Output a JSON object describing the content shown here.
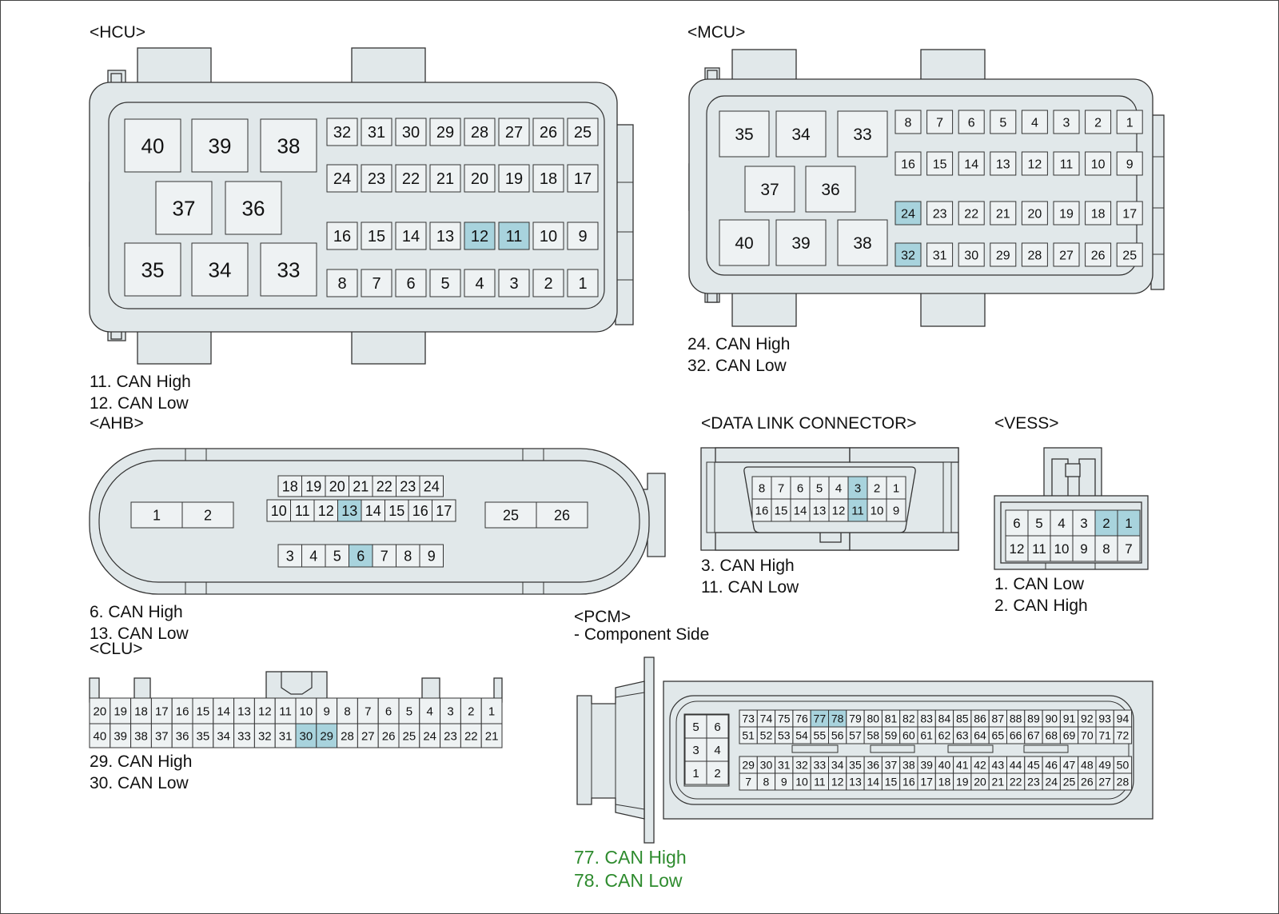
{
  "colors": {
    "body": "#e1e8ea",
    "pin": "#eef2f3",
    "hl": "#a8d3dd",
    "stroke": "#333333",
    "green": "#2e8b2e"
  },
  "hcu": {
    "title": "<HCU>",
    "big_pins": [
      "40",
      "39",
      "38",
      "37",
      "36",
      "35",
      "34",
      "33"
    ],
    "rows": [
      [
        "32",
        "31",
        "30",
        "29",
        "28",
        "27",
        "26",
        "25"
      ],
      [
        "24",
        "23",
        "22",
        "21",
        "20",
        "19",
        "18",
        "17"
      ],
      [
        "16",
        "15",
        "14",
        "13",
        "12",
        "11",
        "10",
        "9"
      ],
      [
        "8",
        "7",
        "6",
        "5",
        "4",
        "3",
        "2",
        "1"
      ]
    ],
    "highlight": [
      "11",
      "12"
    ],
    "notes": [
      "11. CAN High",
      "12. CAN Low"
    ]
  },
  "mcu": {
    "title": "<MCU>",
    "big_pins": [
      "35",
      "34",
      "33",
      "37",
      "36",
      "40",
      "39",
      "38"
    ],
    "rows": [
      [
        "8",
        "7",
        "6",
        "5",
        "4",
        "3",
        "2",
        "1"
      ],
      [
        "16",
        "15",
        "14",
        "13",
        "12",
        "11",
        "10",
        "9"
      ],
      [
        "24",
        "23",
        "22",
        "21",
        "20",
        "19",
        "18",
        "17"
      ],
      [
        "32",
        "31",
        "30",
        "29",
        "28",
        "27",
        "26",
        "25"
      ]
    ],
    "highlight": [
      "24",
      "32"
    ],
    "notes": [
      "24. CAN High",
      "32. CAN Low"
    ]
  },
  "ahb": {
    "title": "<AHB>",
    "left_pins": [
      "1",
      "2"
    ],
    "right_pins": [
      "25",
      "26"
    ],
    "top_row": [
      "18",
      "19",
      "20",
      "21",
      "22",
      "23",
      "24"
    ],
    "mid_row": [
      "10",
      "11",
      "12",
      "13",
      "14",
      "15",
      "16",
      "17"
    ],
    "bot_row": [
      "3",
      "4",
      "5",
      "6",
      "7",
      "8",
      "9"
    ],
    "highlight": [
      "6",
      "13"
    ],
    "notes": [
      "6. CAN High",
      "13. CAN Low"
    ]
  },
  "dlc": {
    "title": "<DATA LINK CONNECTOR>",
    "top_row": [
      "8",
      "7",
      "6",
      "5",
      "4",
      "3",
      "2",
      "1"
    ],
    "bot_row": [
      "16",
      "15",
      "14",
      "13",
      "12",
      "11",
      "10",
      "9"
    ],
    "highlight": [
      "3",
      "11"
    ],
    "notes": [
      "3. CAN High",
      "11. CAN Low"
    ]
  },
  "vess": {
    "title": "<VESS>",
    "top_row": [
      "6",
      "5",
      "4",
      "3",
      "2",
      "1"
    ],
    "bot_row": [
      "12",
      "11",
      "10",
      "9",
      "8",
      "7"
    ],
    "highlight": [
      "1",
      "2"
    ],
    "notes": [
      "1. CAN Low",
      "2. CAN High"
    ]
  },
  "clu": {
    "title": "<CLU>",
    "top_row": [
      "20",
      "19",
      "18",
      "17",
      "16",
      "15",
      "14",
      "13",
      "12",
      "11",
      "10",
      "9",
      "8",
      "7",
      "6",
      "5",
      "4",
      "3",
      "2",
      "1"
    ],
    "bot_row": [
      "40",
      "39",
      "38",
      "37",
      "36",
      "35",
      "34",
      "33",
      "32",
      "31",
      "30",
      "29",
      "28",
      "27",
      "26",
      "25",
      "24",
      "23",
      "22",
      "21"
    ],
    "highlight": [
      "29",
      "30"
    ],
    "notes": [
      "29. CAN High",
      "30. CAN Low"
    ]
  },
  "pcm": {
    "title": "<PCM>",
    "subtitle": "- Component Side",
    "small_pins": [
      "5",
      "6",
      "3",
      "4",
      "1",
      "2"
    ],
    "row1": [
      "73",
      "74",
      "75",
      "76",
      "77",
      "78",
      "79",
      "80",
      "81",
      "82",
      "83",
      "84",
      "85",
      "86",
      "87",
      "88",
      "89",
      "90",
      "91",
      "92",
      "93",
      "94"
    ],
    "row2": [
      "51",
      "52",
      "53",
      "54",
      "55",
      "56",
      "57",
      "58",
      "59",
      "60",
      "61",
      "62",
      "63",
      "64",
      "65",
      "66",
      "67",
      "68",
      "69",
      "70",
      "71",
      "72"
    ],
    "row3": [
      "29",
      "30",
      "31",
      "32",
      "33",
      "34",
      "35",
      "36",
      "37",
      "38",
      "39",
      "40",
      "41",
      "42",
      "43",
      "44",
      "45",
      "46",
      "47",
      "48",
      "49",
      "50"
    ],
    "row4": [
      "7",
      "8",
      "9",
      "10",
      "11",
      "12",
      "13",
      "14",
      "15",
      "16",
      "17",
      "18",
      "19",
      "20",
      "21",
      "22",
      "23",
      "24",
      "25",
      "26",
      "27",
      "28"
    ],
    "highlight": [
      "77",
      "78"
    ],
    "notes": [
      "77. CAN High",
      "78. CAN Low"
    ]
  }
}
